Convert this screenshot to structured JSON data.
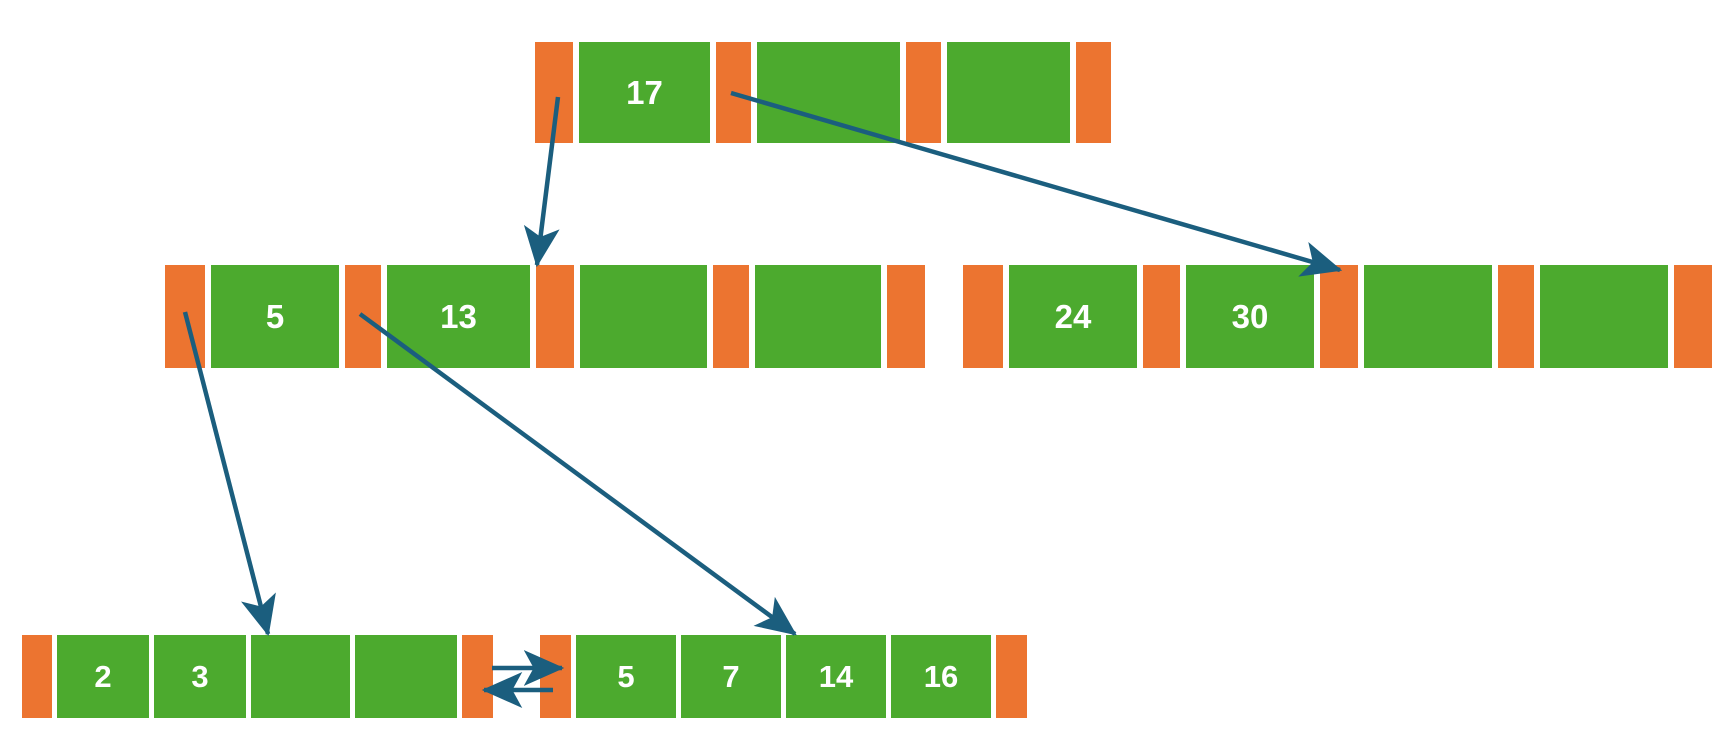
{
  "diagram": {
    "title": "B+ tree structure diagram",
    "colors": {
      "key_fill": "#4caa2e",
      "pointer_fill": "#ec7430",
      "arrow_stroke": "#1b5e7e",
      "text": "#ffffff",
      "background": "#ffffff"
    }
  },
  "nodes": {
    "root": {
      "label": "root-node",
      "cells": [
        {
          "type": "pointer",
          "text": ""
        },
        {
          "type": "key",
          "text": "17"
        },
        {
          "type": "pointer",
          "text": ""
        },
        {
          "type": "key",
          "text": ""
        },
        {
          "type": "pointer",
          "text": ""
        },
        {
          "type": "key",
          "text": ""
        },
        {
          "type": "pointer",
          "text": ""
        }
      ]
    },
    "internal_left": {
      "label": "internal-node-left",
      "cells": [
        {
          "type": "pointer",
          "text": ""
        },
        {
          "type": "key",
          "text": "5"
        },
        {
          "type": "pointer",
          "text": ""
        },
        {
          "type": "key",
          "text": "13"
        },
        {
          "type": "pointer",
          "text": ""
        },
        {
          "type": "key",
          "text": ""
        },
        {
          "type": "pointer",
          "text": ""
        },
        {
          "type": "key",
          "text": ""
        },
        {
          "type": "pointer",
          "text": ""
        }
      ]
    },
    "internal_right": {
      "label": "internal-node-right",
      "cells": [
        {
          "type": "pointer",
          "text": ""
        },
        {
          "type": "key",
          "text": "24"
        },
        {
          "type": "pointer",
          "text": ""
        },
        {
          "type": "key",
          "text": "30"
        },
        {
          "type": "pointer",
          "text": ""
        },
        {
          "type": "key",
          "text": ""
        },
        {
          "type": "pointer",
          "text": ""
        },
        {
          "type": "key",
          "text": ""
        },
        {
          "type": "pointer",
          "text": ""
        }
      ]
    },
    "leaf_left": {
      "label": "leaf-node-left",
      "cells": [
        {
          "type": "pointer",
          "text": ""
        },
        {
          "type": "key",
          "text": "2"
        },
        {
          "type": "key",
          "text": "3"
        },
        {
          "type": "key",
          "text": ""
        },
        {
          "type": "key",
          "text": ""
        },
        {
          "type": "pointer",
          "text": ""
        }
      ]
    },
    "leaf_right": {
      "label": "leaf-node-right",
      "cells": [
        {
          "type": "pointer",
          "text": ""
        },
        {
          "type": "key",
          "text": "5"
        },
        {
          "type": "key",
          "text": "7"
        },
        {
          "type": "key",
          "text": "14"
        },
        {
          "type": "key",
          "text": "16"
        },
        {
          "type": "pointer",
          "text": ""
        }
      ]
    }
  },
  "arrows": [
    {
      "name": "arrow-root-to-internal-left",
      "from": "root pointer 0",
      "to": "internal-node-left pointer 4"
    },
    {
      "name": "arrow-root-to-internal-right",
      "from": "root pointer 2",
      "to": "internal-node-right pointer 4"
    },
    {
      "name": "arrow-internal-left-to-leaf-left",
      "from": "internal-node-left pointer 0",
      "to": "leaf-node-left key 3"
    },
    {
      "name": "arrow-internal-left-to-leaf-right",
      "from": "internal-node-left pointer 2",
      "to": "leaf-node-right key 3"
    },
    {
      "name": "arrow-leaf-next",
      "from": "leaf-node-left pointer 5",
      "to": "leaf-node-right pointer 0"
    },
    {
      "name": "arrow-leaf-prev",
      "from": "leaf-node-right pointer 0",
      "to": "leaf-node-left pointer 5"
    }
  ]
}
